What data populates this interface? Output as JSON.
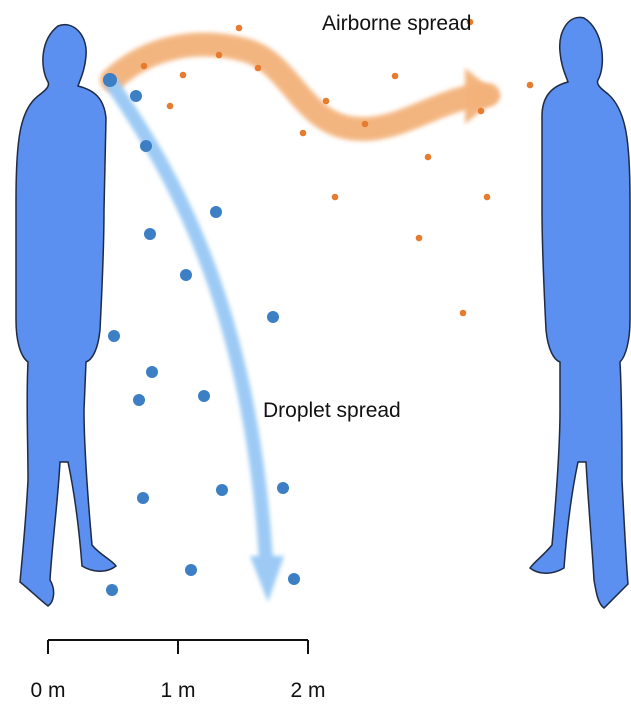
{
  "diagram": {
    "labels": {
      "airborne": "Airborne spread",
      "droplet": "Droplet spread"
    },
    "scale": {
      "ticks": [
        "0 m",
        "1 m",
        "2 m"
      ]
    },
    "colors": {
      "person": "#5b8ff0",
      "person_outline": "#1f2a44",
      "airborne": "#e87c2e",
      "airborne_arrow": "#f3b27a",
      "droplet": "#3c7fc4",
      "droplet_arrow": "#9ccaf5"
    }
  }
}
